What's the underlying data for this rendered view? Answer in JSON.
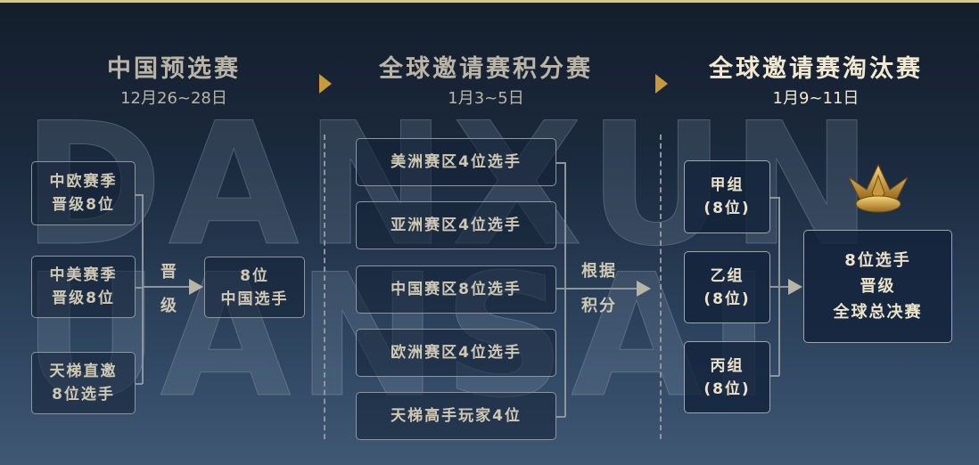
{
  "stages": [
    {
      "title": "中国预选赛",
      "date": "12月26~28日"
    },
    {
      "title": "全球邀请赛积分赛",
      "date": "1月3~5日"
    },
    {
      "title": "全球邀请赛淘汰赛",
      "date": "1月9~11日"
    }
  ],
  "col1": {
    "boxes": [
      [
        "中欧赛季",
        "晋级8位"
      ],
      [
        "中美赛季",
        "晋级8位"
      ],
      [
        "天梯直邀",
        "8位选手"
      ]
    ],
    "connector": [
      "晋",
      "级"
    ],
    "result": [
      "8位",
      "中国选手"
    ]
  },
  "col2": {
    "boxes": [
      "美洲赛区4位选手",
      "亚洲赛区4位选手",
      "中国赛区8位选手",
      "欧洲赛区4位选手",
      "天梯高手玩家4位"
    ],
    "connector": [
      "根据",
      "积分"
    ]
  },
  "col3": {
    "groups": [
      [
        "甲组",
        "(8位)"
      ],
      [
        "乙组",
        "(8位)"
      ],
      [
        "丙组",
        "(8位)"
      ]
    ],
    "final": [
      "8位选手",
      "晋级",
      "全球总决赛"
    ]
  },
  "watermark": [
    "DANXUN",
    "UANSAI"
  ],
  "colors": {
    "accent": "#c99a3a",
    "text": "#cfc8b4"
  }
}
